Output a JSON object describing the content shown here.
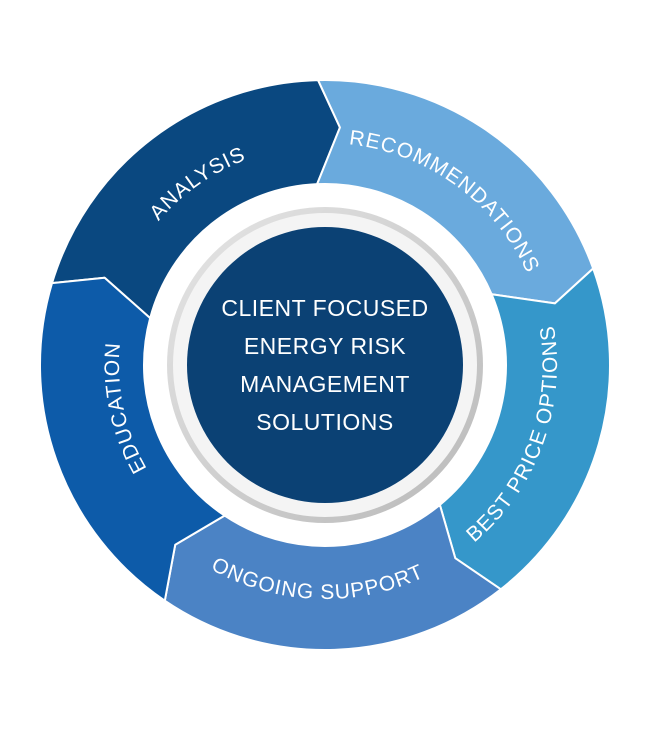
{
  "center": {
    "lines": [
      "CLIENT FOCUSED",
      "ENERGY RISK",
      "MANAGEMENT",
      "SOLUTIONS"
    ],
    "color": "#0b4174"
  },
  "segments": [
    {
      "label": "ANALYSIS",
      "color": "#0a4880"
    },
    {
      "label": "RECOMMENDATIONS",
      "color": "#6aaadd"
    },
    {
      "label": "BEST PRICE OPTIONS",
      "color": "#3597ca"
    },
    {
      "label": "ONGOING SUPPORT",
      "color": "#4b83c5"
    },
    {
      "label": "EDUCATION",
      "color": "#0d5ba9"
    }
  ]
}
